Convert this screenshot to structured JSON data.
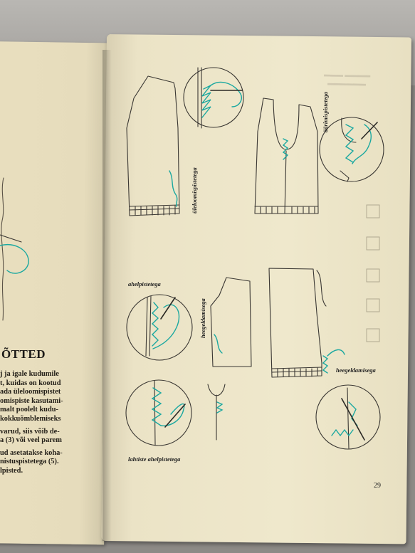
{
  "page": {
    "heading": "ÕTTED",
    "page_number": "29",
    "paragraphs": [
      "j ja igale kudumile\nt, kuidas on kootud\nada üleloomispistet\nomispiste kasutami-\nmalt poolelt kudu-\nkokkuõmblemiseks",
      "varud, siis võib de-\na (3) või veel parem",
      "ud asetatakse koha-\nnistuspistetega (5).\nlpisted."
    ]
  },
  "diagram_labels": {
    "ulelooms": "üleloomispistetega",
    "aarims": "äärimispistetega",
    "ahelp": "ahelpistetega",
    "heegeld_v": "heegeldamisega",
    "heegeld_h": "heegeldamisega",
    "lahtiste": "lahtiste ahelpistetega"
  },
  "colors": {
    "thread": "#1aa8a0",
    "ink": "#3a3733"
  }
}
